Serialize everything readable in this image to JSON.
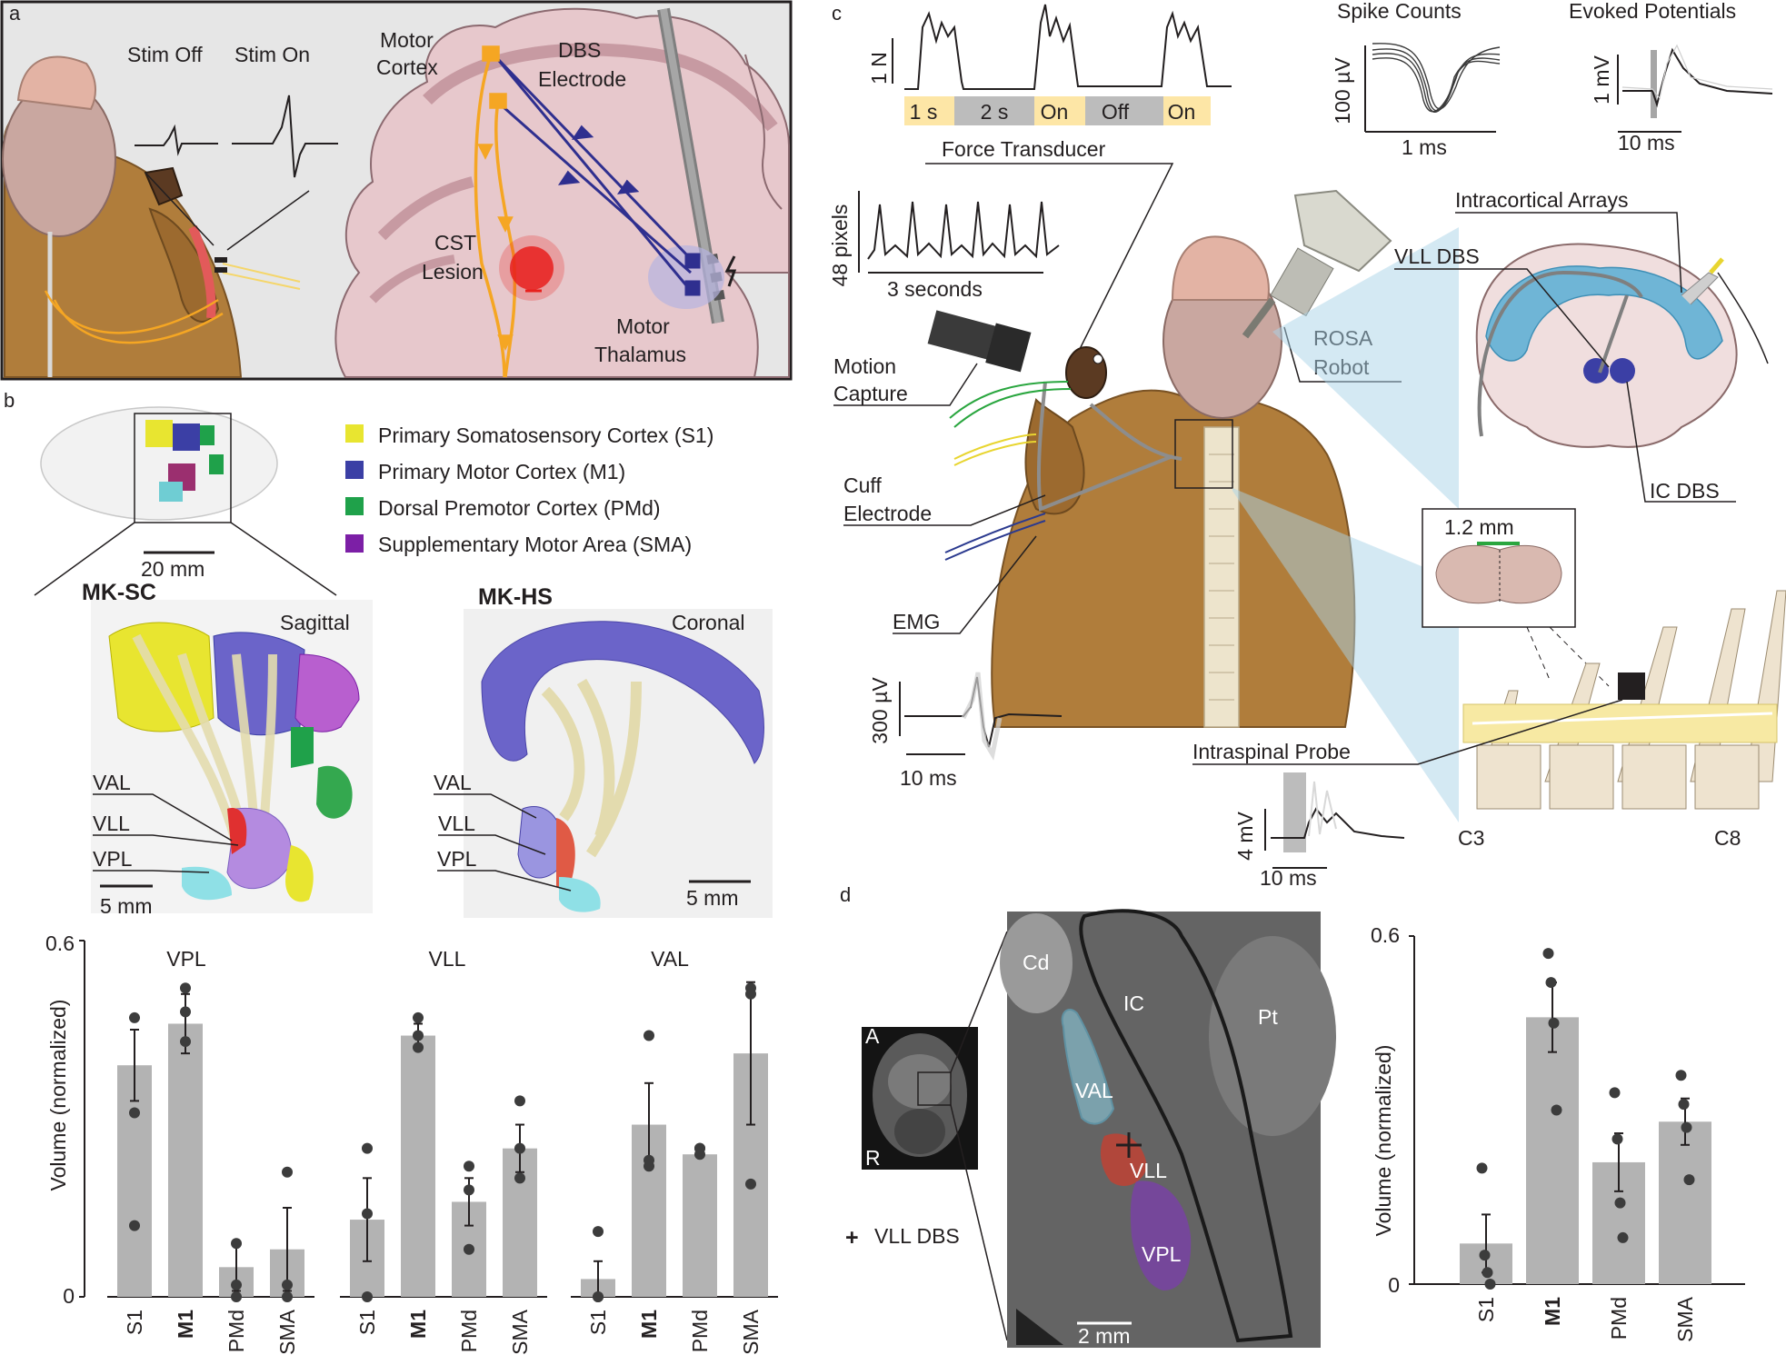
{
  "panels": {
    "a": "a",
    "b": "b",
    "c": "c",
    "d": "d"
  },
  "panel_a": {
    "stim_off": "Stim Off",
    "stim_on": "Stim On",
    "motor_cortex": [
      "Motor",
      "Cortex"
    ],
    "dbs_electrode": [
      "DBS",
      "Electrode"
    ],
    "cst_lesion": [
      "CST",
      "Lesion"
    ],
    "motor_thalamus": [
      "Motor",
      "Thalamus"
    ]
  },
  "panel_b": {
    "scale_top": "20 mm",
    "legend": [
      {
        "label": "Primary Somatosensory Cortex (S1)",
        "color": "#e8e530"
      },
      {
        "label": "Primary Motor Cortex (M1)",
        "color": "#3b3fa5"
      },
      {
        "label": "Dorsal Premotor Cortex (PMd)",
        "color": "#1fa14a"
      },
      {
        "label": "Supplementary Motor Area (SMA)",
        "color": "#7c1fa6"
      }
    ],
    "left": {
      "subject": "MK-SC",
      "view": "Sagittal",
      "scale": "5 mm",
      "nuclei": [
        "VAL",
        "VLL",
        "VPL"
      ]
    },
    "right": {
      "subject": "MK-HS",
      "view": "Coronal",
      "scale": "5 mm",
      "nuclei": [
        "VAL",
        "VLL",
        "VPL"
      ]
    }
  },
  "panel_c": {
    "force_scale": "1 N",
    "timing": [
      {
        "label": "1 s",
        "color": "#fde6a6"
      },
      {
        "label": "2 s",
        "color": "#bcbcbc"
      },
      {
        "label": "On",
        "color": "#fde6a6"
      },
      {
        "label": "Off",
        "color": "#bcbcbc"
      },
      {
        "label": "On",
        "color": "#fde6a6"
      }
    ],
    "force_transducer": "Force Transducer",
    "spike_counts": {
      "title": "Spike Counts",
      "yscale": "100 µV",
      "xscale": "1 ms"
    },
    "evoked_potentials": {
      "title": "Evoked Potentials",
      "yscale": "1 mV",
      "xscale": "10 ms"
    },
    "motion": {
      "yscale": "48 pixels",
      "xscale": "3 seconds"
    },
    "motion_capture": [
      "Motion",
      "Capture"
    ],
    "cuff_electrode": [
      "Cuff",
      "Electrode"
    ],
    "emg": {
      "label": "EMG",
      "yscale": "300 µV",
      "xscale": "10 ms"
    },
    "rosa_robot": [
      "ROSA",
      "Robot"
    ],
    "intracortical_arrays": "Intracortical Arrays",
    "vll_dbs": "VLL DBS",
    "ic_dbs": "IC DBS",
    "spinal_distance": "1.2 mm",
    "intraspinal_probe": {
      "label": "Intraspinal Probe",
      "yscale": "4 mV",
      "xscale": "10 ms"
    },
    "levels": [
      "C3",
      "C8"
    ]
  },
  "panel_d": {
    "orientation": [
      "A",
      "R"
    ],
    "regions": [
      "Cd",
      "IC",
      "Pt",
      "VAL",
      "VLL",
      "VPL"
    ],
    "marker": "VLL DBS",
    "scale": "2 mm"
  },
  "chart_data": [
    {
      "type": "bar",
      "ylabel": "Volume (normalized)",
      "ylim": [
        0,
        0.6
      ],
      "yticks": [
        "0",
        "0.6"
      ],
      "groups": [
        {
          "name": "VPL",
          "categories": [
            "S1",
            "M1",
            "PMd",
            "SMA"
          ],
          "values": [
            0.39,
            0.46,
            0.05,
            0.08
          ],
          "errors": [
            0.06,
            0.05,
            0.04,
            0.07
          ],
          "points": [
            [
              0.12,
              0.47,
              0.31
            ],
            [
              0.52,
              0.43,
              0.48
            ],
            [
              0.02,
              0.0,
              0.09
            ],
            [
              0.0,
              0.02,
              0.21
            ]
          ]
        },
        {
          "name": "VLL",
          "categories": [
            "S1",
            "M1",
            "PMd",
            "SMA"
          ],
          "values": [
            0.13,
            0.44,
            0.16,
            0.25
          ],
          "errors": [
            0.07,
            0.02,
            0.04,
            0.04
          ],
          "points": [
            [
              0.0,
              0.25,
              0.14
            ],
            [
              0.42,
              0.44,
              0.47
            ],
            [
              0.08,
              0.18,
              0.22
            ],
            [
              0.2,
              0.25,
              0.33
            ]
          ]
        },
        {
          "name": "VAL",
          "categories": [
            "S1",
            "M1",
            "PMd",
            "SMA"
          ],
          "values": [
            0.03,
            0.29,
            0.24,
            0.41
          ],
          "errors": [
            0.03,
            0.07,
            0.0,
            0.12
          ],
          "points": [
            [
              0.0,
              0.0,
              0.11
            ],
            [
              0.44,
              0.22,
              0.23
            ],
            [
              0.25,
              0.25,
              0.24
            ],
            [
              0.52,
              0.51,
              0.19
            ]
          ]
        }
      ]
    },
    {
      "type": "bar",
      "ylabel": "Volume (normalized)",
      "ylim": [
        0,
        0.6
      ],
      "yticks": [
        "0",
        "0.6"
      ],
      "categories": [
        "S1",
        "M1",
        "PMd",
        "SMA"
      ],
      "values": [
        0.07,
        0.46,
        0.21,
        0.28
      ],
      "errors": [
        0.05,
        0.06,
        0.05,
        0.04
      ],
      "points": [
        [
          0.2,
          0.05,
          0.02,
          0.0
        ],
        [
          0.57,
          0.52,
          0.45,
          0.3
        ],
        [
          0.33,
          0.25,
          0.14,
          0.08
        ],
        [
          0.36,
          0.31,
          0.27,
          0.18
        ]
      ]
    }
  ]
}
